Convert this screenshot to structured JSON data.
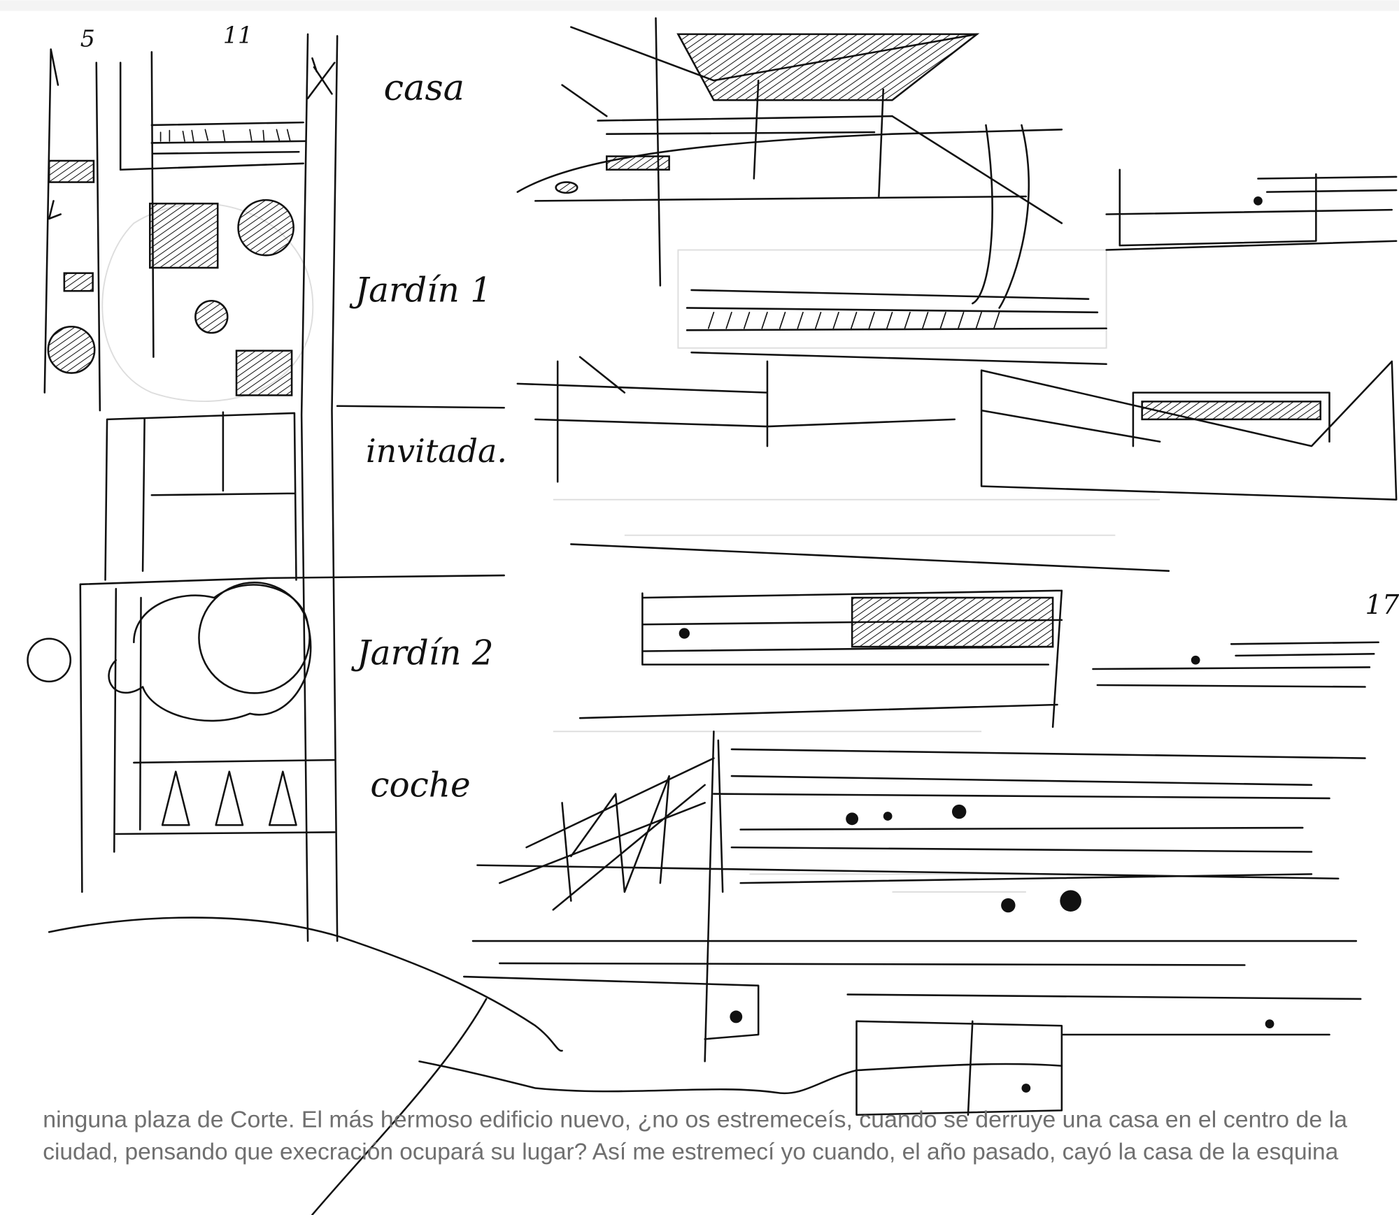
{
  "sketch": {
    "labels": {
      "casa": "casa",
      "jardin1": "Jardín 1",
      "invitados": "invitada.",
      "jardin2": "Jardín 2",
      "coche": "coche"
    },
    "numbers": {
      "five": "5",
      "eleven": "11",
      "seventeen": "17"
    }
  },
  "caption": {
    "line1": "ninguna plaza de Corte. El más hermoso edificio nuevo, ¿no os estremeceís, cuando se derruye una casa en el centro de la",
    "line2": "ciudad, pensando que execración ocupará su lugar? Así me estremecí yo cuando, el año pasado, cayó la casa de la esquina"
  },
  "colors": {
    "ink": "#111111",
    "caption": "#6f6f6f",
    "paper": "#ffffff"
  }
}
